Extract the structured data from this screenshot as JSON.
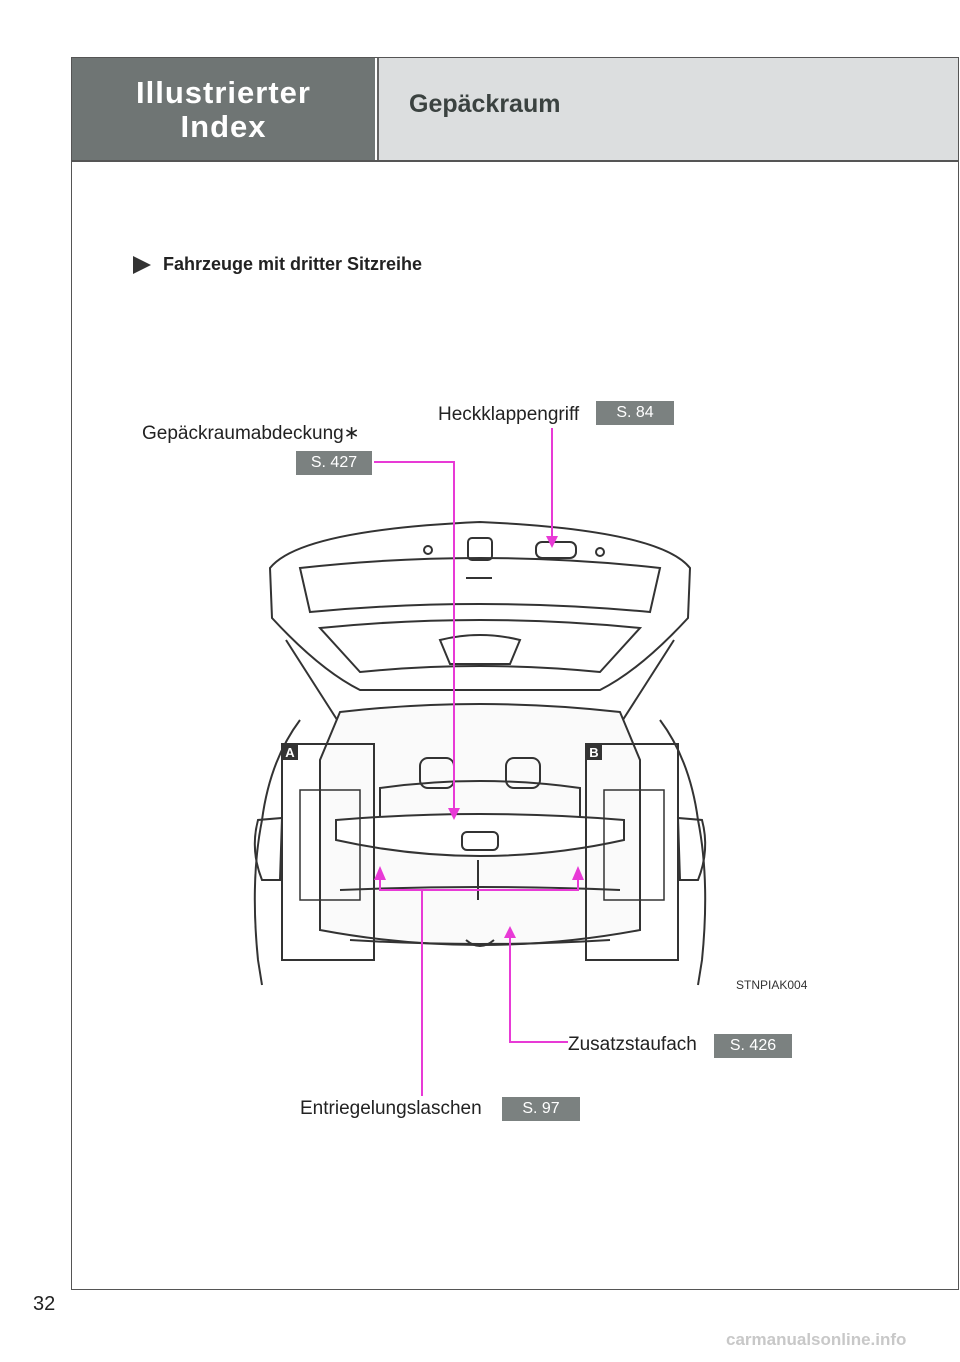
{
  "header": {
    "section_line1": "Illustrierter",
    "section_line2": "Index",
    "title": "Gepäckraum"
  },
  "subheading": "Fahrzeuge mit dritter Sitzreihe",
  "callouts": {
    "cover_label": "Gepäckraumabdeckung",
    "cover_page": "S. 427",
    "handle_label": "Heckklappengriff",
    "handle_page": "S. 84",
    "storage_label": "Zusatzstaufach",
    "storage_page": "S. 426",
    "release_label": "Entriegelungslaschen",
    "release_page": "S. 97"
  },
  "insets": {
    "left": "A",
    "right": "B"
  },
  "figure_code": "STNPIAK004",
  "page_number": "32",
  "watermark": "carmanualsonline.info",
  "colors": {
    "header_dark": "#6f7574",
    "header_light": "#dcdedf",
    "badge": "#7b8180",
    "leader": "#e83ad6"
  }
}
